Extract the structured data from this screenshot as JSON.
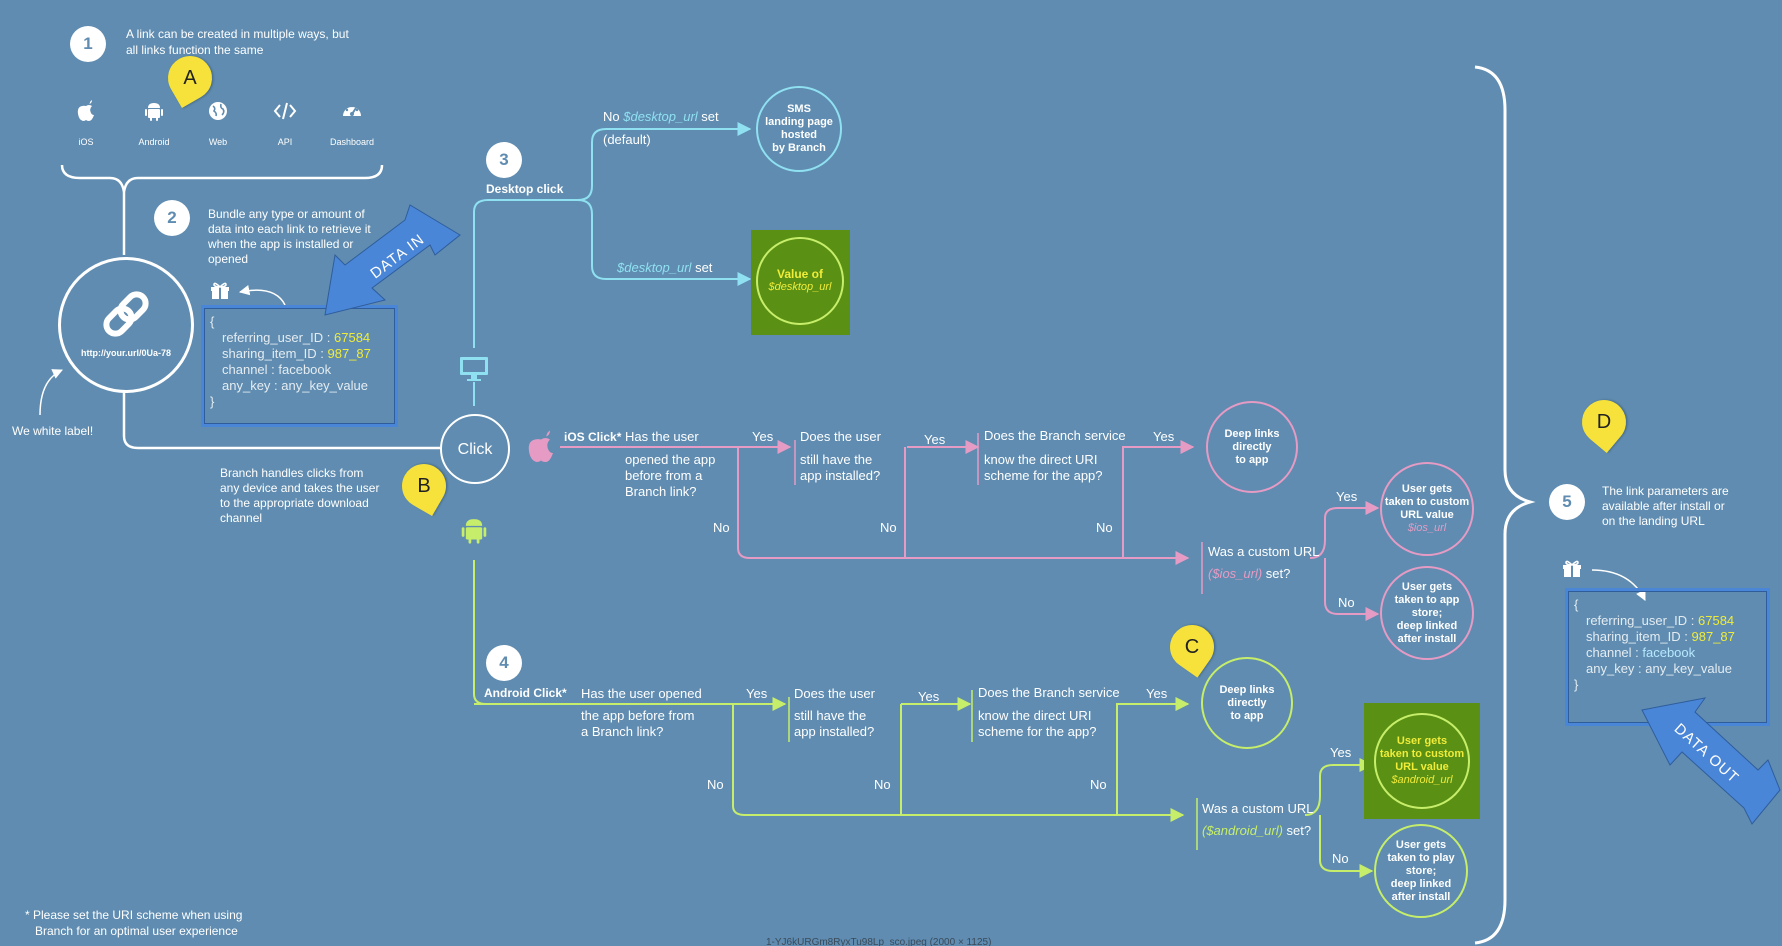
{
  "step1": {
    "num": "1",
    "text_line1": "A link can be created in multiple ways, but",
    "text_line2": "all links function the same"
  },
  "sources": [
    {
      "icon": "apple-icon",
      "label": "iOS"
    },
    {
      "icon": "android-icon",
      "label": "Android"
    },
    {
      "icon": "globe-icon",
      "label": "Web"
    },
    {
      "icon": "code-icon",
      "label": "API"
    },
    {
      "icon": "dashboard-icon",
      "label": "Dashboard"
    }
  ],
  "step2": {
    "num": "2",
    "lines": [
      "Bundle any type or amount of",
      "data into each link to retrieve it",
      "when the app is installed or",
      "opened"
    ]
  },
  "link": {
    "url": "http://your.url/0Ua-78",
    "white_label": "We white label!"
  },
  "data_in": {
    "label": "DATA IN",
    "open": "{",
    "close": "}",
    "rows": [
      {
        "key": "referring_user_ID : ",
        "value": "67584",
        "highlight": true
      },
      {
        "key": "sharing_item_ID : ",
        "value": "987_87",
        "highlight": true
      },
      {
        "key": "channel : ",
        "value": "facebook",
        "highlight": false
      },
      {
        "key": "any_key : ",
        "value": "any_key_value",
        "highlight": false
      }
    ]
  },
  "click": {
    "label": "Click",
    "lines": [
      "Branch handles clicks from",
      "any device and takes the user",
      "to the appropriate download",
      "channel"
    ]
  },
  "step3": {
    "num": "3",
    "title": "Desktop click"
  },
  "desktop": {
    "no_prefix": "No ",
    "var": "$desktop_url",
    "set": " set",
    "default": "(default)",
    "sms_lines": [
      "SMS",
      "landing page",
      "hosted",
      "by Branch"
    ],
    "set_var": "$desktop_url",
    "set_suffix": " set",
    "value_line1": "Value of",
    "value_line2": "$desktop_url"
  },
  "ios": {
    "label": "iOS Click*",
    "q1": [
      "Has the user",
      "opened the app",
      "before from a",
      "Branch link?"
    ],
    "q2": [
      "Does the user",
      "still have the",
      "app installed?"
    ],
    "q3": [
      "Does the Branch service",
      "know the direct URI",
      "scheme for the app?"
    ],
    "yes": "Yes",
    "no": "No",
    "deep": [
      "Deep links",
      "directly",
      "to app"
    ],
    "custom_line1": "Was a custom URL",
    "custom_var": "($ios_url)",
    "custom_suffix": " set?",
    "res_yes": [
      "User gets",
      "taken to custom",
      "URL value"
    ],
    "res_yes_var": "$ios_url",
    "res_no": [
      "User gets",
      "taken to app",
      "store;",
      "deep linked",
      "after install"
    ]
  },
  "step4": {
    "num": "4"
  },
  "android": {
    "label": "Android Click*",
    "q1": [
      "Has the user opened",
      "the app before from",
      "a Branch link?"
    ],
    "q2": [
      "Does the user",
      "still have the",
      "app installed?"
    ],
    "q3": [
      "Does the Branch service",
      "know the direct URI",
      "scheme for the app?"
    ],
    "yes": "Yes",
    "no": "No",
    "deep": [
      "Deep links",
      "directly",
      "to app"
    ],
    "custom_line1": "Was a custom URL",
    "custom_var": "($android_url)",
    "custom_suffix": " set?",
    "res_yes": [
      "User gets",
      "taken to custom",
      "URL value"
    ],
    "res_yes_var": "$android_url",
    "res_no": [
      "User gets",
      "taken to play",
      "store;",
      "deep linked",
      "after install"
    ]
  },
  "step5": {
    "num": "5",
    "lines": [
      "The link parameters are",
      "available after install or",
      "on the landing URL"
    ]
  },
  "data_out": {
    "label": "DATA OUT",
    "open": "{",
    "close": "}",
    "rows": [
      {
        "key": "referring_user_ID : ",
        "value": "67584",
        "highlight": true
      },
      {
        "key": "sharing_item_ID : ",
        "value": "987_87",
        "highlight": true
      },
      {
        "key": "channel : ",
        "value": "facebook",
        "highlight": false
      },
      {
        "key": "any_key : ",
        "value": "any_key_value",
        "highlight": false
      }
    ]
  },
  "pins": {
    "a": "A",
    "b": "B",
    "c": "C",
    "d": "D"
  },
  "footnote": {
    "line1": "* Please set the URI scheme when using",
    "line2": "Branch for an optimal user experience"
  },
  "caption": "1-YJ6kURGm8RyxTu98Lp_sco.jpeg (2000 × 1125)",
  "colors": {
    "background": "#5f8cb0",
    "desktop": "#8fe0f0",
    "ios": "#e59bc4",
    "android": "#c7ee6a",
    "highlight_box": "#5a9014",
    "code_border": "#4a86d8",
    "pin": "#f6e23a"
  }
}
